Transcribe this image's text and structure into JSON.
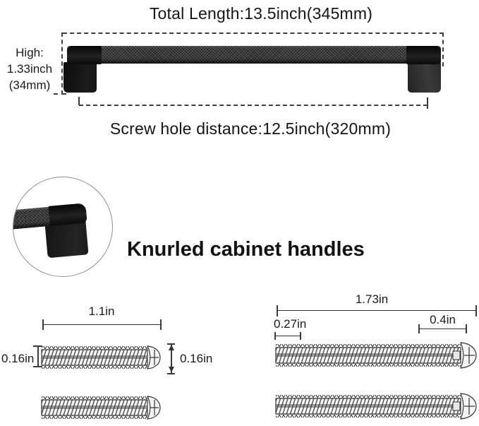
{
  "title": "Total Length:13.5inch(345mm)",
  "height_label": {
    "line1": "High:",
    "line2": "1.33inch",
    "line3": "(34mm)"
  },
  "screw_hole_label": "Screw hole distance:12.5inch(320mm)",
  "heading": "Knurled cabinet handles",
  "left_screws": {
    "length": "1.1in",
    "diameter_left": "0.16in",
    "diameter_right": "0.16in"
  },
  "right_screws": {
    "length": "1.73in",
    "thread_left": "0.27in",
    "head_section": "0.4in"
  },
  "colors": {
    "handle_black": "#161616",
    "right_foot_gray": "#2f2f2f",
    "dimension_line": "#3a3a3a"
  }
}
